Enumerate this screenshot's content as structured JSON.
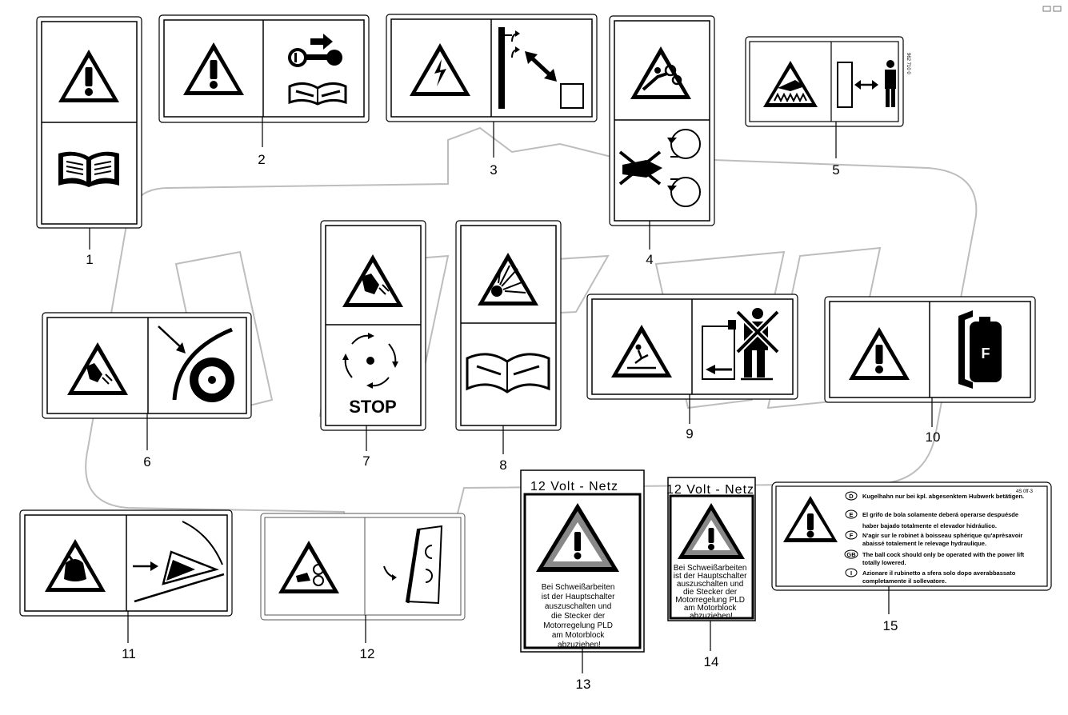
{
  "callouts": [
    "1",
    "2",
    "3",
    "4",
    "5",
    "6",
    "7",
    "8",
    "9",
    "10",
    "11",
    "12",
    "13",
    "14",
    "15"
  ],
  "decal7": {
    "stop": "STOP"
  },
  "decal10": {
    "extinguisher_letter": "F"
  },
  "decal5": {
    "code": "962 710 0"
  },
  "decal13": {
    "title": "12 Volt - Netz",
    "lines": [
      "Bei Schweißarbeiten",
      "ist der Hauptschalter",
      "auszuschalten und",
      "die Stecker der",
      "Motorregelung PLD",
      "am Motorblock",
      "abzuziehen!"
    ]
  },
  "decal14": {
    "title": "12 Volt - Netz",
    "lines": [
      "Bei Schweißarbeiten",
      "ist der Hauptschalter",
      "auszuschalten und",
      "die Stecker der",
      "Motorregelung PLD",
      "am Motorblock",
      "abzuziehen!"
    ]
  },
  "decal15": {
    "code": "4S 0ff-3",
    "languages": [
      {
        "code": "D",
        "text": [
          "Kugelhahn nur bei kpl. abgesenktem Hubwerk betätigen."
        ]
      },
      {
        "code": "E",
        "text": [
          "El grifo de bola solamente deberá operarse despuésde",
          "haber bajado totalmente el elevador hidráulico."
        ]
      },
      {
        "code": "F",
        "text": [
          "N'agir sur le robinet à boisseau sphérique qu'aprèsavoir",
          "abaissé totalement le relevage hydraulique."
        ]
      },
      {
        "code": "GB",
        "text": [
          "The ball cock should only be operated with the power lift",
          "totally lowered."
        ]
      },
      {
        "code": "I",
        "text": [
          "Azionare il rubinetto a sfera solo dopo averabbassato",
          "completamente il sollevatore."
        ]
      }
    ]
  }
}
